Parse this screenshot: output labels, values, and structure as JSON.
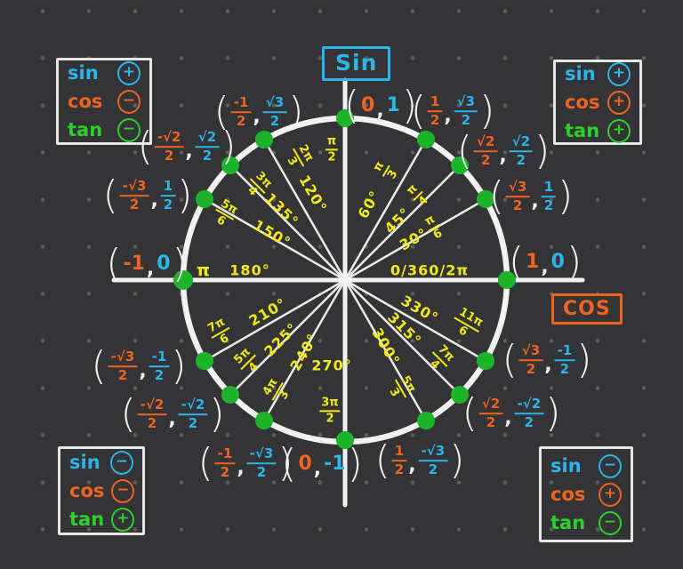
{
  "colors": {
    "background": "#343335",
    "stroke_white": "#f2f2f2",
    "coordinate_x_orange": "#ee6322",
    "coordinate_y_blue": "#2bb5e8",
    "point_dot_green": "#1db42c",
    "angle_label_yellow": "#f2e916",
    "grid_dot_gray": "#5b5b5b"
  },
  "titles": {
    "sin_box": "Sin",
    "cos_box": "COS"
  },
  "punct": {
    "open": "(",
    "comma": ",",
    "close": ")"
  },
  "signs": {
    "top_left": {
      "rows": [
        {
          "f": "sin",
          "s": "+"
        },
        {
          "f": "cos",
          "s": "−"
        },
        {
          "f": "tan",
          "s": "−"
        }
      ]
    },
    "top_right": {
      "rows": [
        {
          "f": "sin",
          "s": "+"
        },
        {
          "f": "cos",
          "s": "+"
        },
        {
          "f": "tan",
          "s": "+"
        }
      ]
    },
    "bottom_left": {
      "rows": [
        {
          "f": "sin",
          "s": "−"
        },
        {
          "f": "cos",
          "s": "−"
        },
        {
          "f": "tan",
          "s": "+"
        }
      ]
    },
    "bottom_right": {
      "rows": [
        {
          "f": "sin",
          "s": "−"
        },
        {
          "f": "cos",
          "s": "+"
        },
        {
          "f": "tan",
          "s": "−"
        }
      ]
    }
  },
  "angles": {
    "a0": {
      "label": "0/360/2π"
    },
    "a30": {
      "deg": "30°",
      "num": "π",
      "den": "6"
    },
    "a45": {
      "deg": "45°",
      "num": "π",
      "den": "4"
    },
    "a60": {
      "deg": "60°",
      "num": "π",
      "den": "3"
    },
    "a90": {
      "num": "π",
      "den": "2"
    },
    "a120": {
      "deg": "120°",
      "num": "2π",
      "den": "3"
    },
    "a135": {
      "deg": "135°",
      "num": "3π",
      "den": "4"
    },
    "a150": {
      "deg": "150°",
      "num": "5π",
      "den": "6"
    },
    "a180": {
      "deg": "180°",
      "rad": "π"
    },
    "a210": {
      "deg": "210°",
      "num": "7π",
      "den": "6"
    },
    "a225": {
      "deg": "225°",
      "num": "5π",
      "den": "4"
    },
    "a240": {
      "deg": "240°",
      "num": "4π",
      "den": "3"
    },
    "a270": {
      "deg": "270°",
      "num": "3π",
      "den": "2"
    },
    "a300": {
      "deg": "300°",
      "num": "5π",
      "den": "3"
    },
    "a315": {
      "deg": "315°",
      "num": "7π",
      "den": "4"
    },
    "a330": {
      "deg": "330°",
      "num": "11π",
      "den": "6"
    }
  },
  "points": {
    "p0": {
      "x": "1",
      "y": "0"
    },
    "p30": {
      "xn": "√3",
      "xd": "2",
      "yn": "1",
      "yd": "2"
    },
    "p45": {
      "xn": "√2",
      "xd": "2",
      "yn": "√2",
      "yd": "2"
    },
    "p60": {
      "xn": "1",
      "xd": "2",
      "yn": "√3",
      "yd": "2"
    },
    "p90": {
      "x": "0",
      "y": "1"
    },
    "p120": {
      "xn": "-1",
      "xd": "2",
      "yn": "√3",
      "yd": "2"
    },
    "p135": {
      "xn": "-√2",
      "xd": "2",
      "yn": "√2",
      "yd": "2"
    },
    "p150": {
      "xn": "-√3",
      "xd": "2",
      "yn": "1",
      "yd": "2"
    },
    "p180": {
      "x": "-1",
      "y": "0"
    },
    "p210": {
      "xn": "-√3",
      "xd": "2",
      "yn": "-1",
      "yd": "2"
    },
    "p225": {
      "xn": "-√2",
      "xd": "2",
      "yn": "-√2",
      "yd": "2"
    },
    "p240": {
      "xn": "-1",
      "xd": "2",
      "yn": "-√3",
      "yd": "2"
    },
    "p270": {
      "x": "0",
      "y": "-1"
    },
    "p300": {
      "xn": "1",
      "xd": "2",
      "yn": "-√3",
      "yd": "2"
    },
    "p315": {
      "xn": "√2",
      "xd": "2",
      "yn": "-√2",
      "yd": "2"
    },
    "p330": {
      "xn": "√3",
      "xd": "2",
      "yn": "-1",
      "yd": "2"
    }
  }
}
